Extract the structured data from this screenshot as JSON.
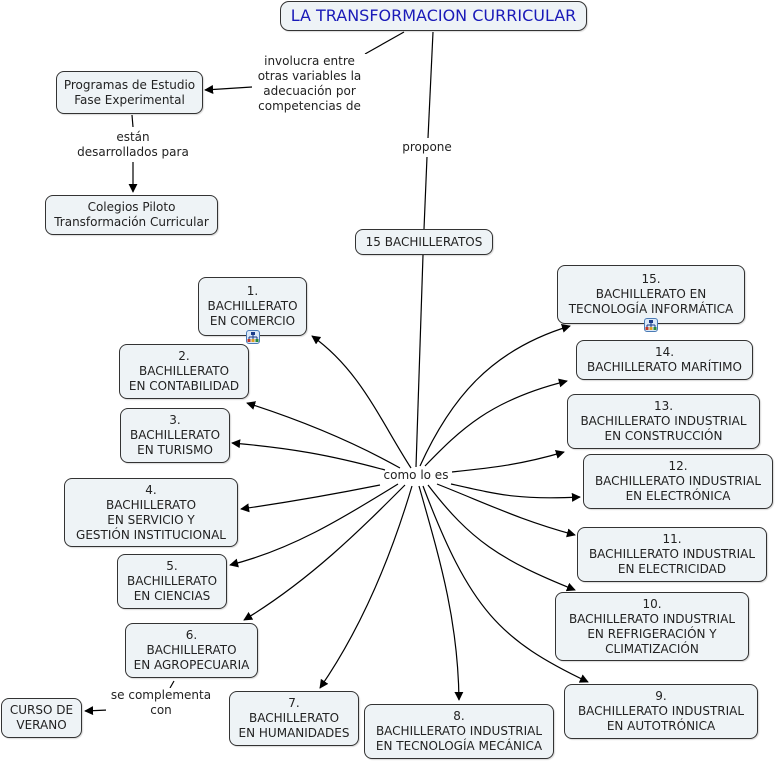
{
  "title": "LA TRANSFORMACION CURRICULAR",
  "concepts": {
    "programas": "Programas de Estudio\nFase Experimental",
    "colegios": "Colegios Piloto\nTransformación Curricular",
    "bachilleratos": "15 BACHILLERATOS",
    "curso_verano": "CURSO DE\nVERANO"
  },
  "link_phrases": {
    "involucra": "involucra entre\notras variables la\nadecuación por\ncompetencias de",
    "estan": "están\ndesarrollados para",
    "propone": "propone",
    "como_lo_es": "como lo es",
    "complementa": "se complementa\ncon"
  },
  "bachilleratos": [
    {
      "num": "1.",
      "name": "BACHILLERATO\nEN COMERCIO",
      "has_submap": true
    },
    {
      "num": "2.",
      "name": "BACHILLERATO\nEN CONTABILIDAD",
      "has_submap": false
    },
    {
      "num": "3.",
      "name": "BACHILLERATO\nEN TURISMO",
      "has_submap": false
    },
    {
      "num": "4.",
      "name": "BACHILLERATO\nEN SERVICIO Y\nGESTIÓN INSTITUCIONAL",
      "has_submap": false
    },
    {
      "num": "5.",
      "name": "BACHILLERATO\nEN CIENCIAS",
      "has_submap": false
    },
    {
      "num": "6.",
      "name": "BACHILLERATO\nEN AGROPECUARIA",
      "has_submap": false
    },
    {
      "num": "7.",
      "name": "BACHILLERATO\nEN HUMANIDADES",
      "has_submap": false
    },
    {
      "num": "8.",
      "name": "BACHILLERATO INDUSTRIAL\nEN TECNOLOGÍA MECÁNICA",
      "has_submap": false
    },
    {
      "num": "9.",
      "name": "BACHILLERATO INDUSTRIAL\nEN AUTOTRÓNICA",
      "has_submap": false
    },
    {
      "num": "10.",
      "name": "BACHILLERATO INDUSTRIAL\nEN REFRIGERACIÓN Y\nCLIMATIZACIÓN",
      "has_submap": false
    },
    {
      "num": "11.",
      "name": "BACHILLERATO INDUSTRIAL\nEN ELECTRICIDAD",
      "has_submap": false
    },
    {
      "num": "12.",
      "name": "BACHILLERATO INDUSTRIAL\nEN ELECTRÓNICA",
      "has_submap": false
    },
    {
      "num": "13.",
      "name": "BACHILLERATO INDUSTRIAL\nEN CONSTRUCCIÓN",
      "has_submap": false
    },
    {
      "num": "14.",
      "name": "BACHILLERATO MARÍTIMO",
      "has_submap": false
    },
    {
      "num": "15.",
      "name": "BACHILLERATO EN\nTECNOLOGÍA INFORMÁTICA",
      "has_submap": true
    }
  ],
  "colors": {
    "node_fill": "#eef3f6",
    "node_border": "#333333",
    "title_text": "#1a1ab8",
    "link": "#000000",
    "submap_icon": "#4a7ab5"
  }
}
